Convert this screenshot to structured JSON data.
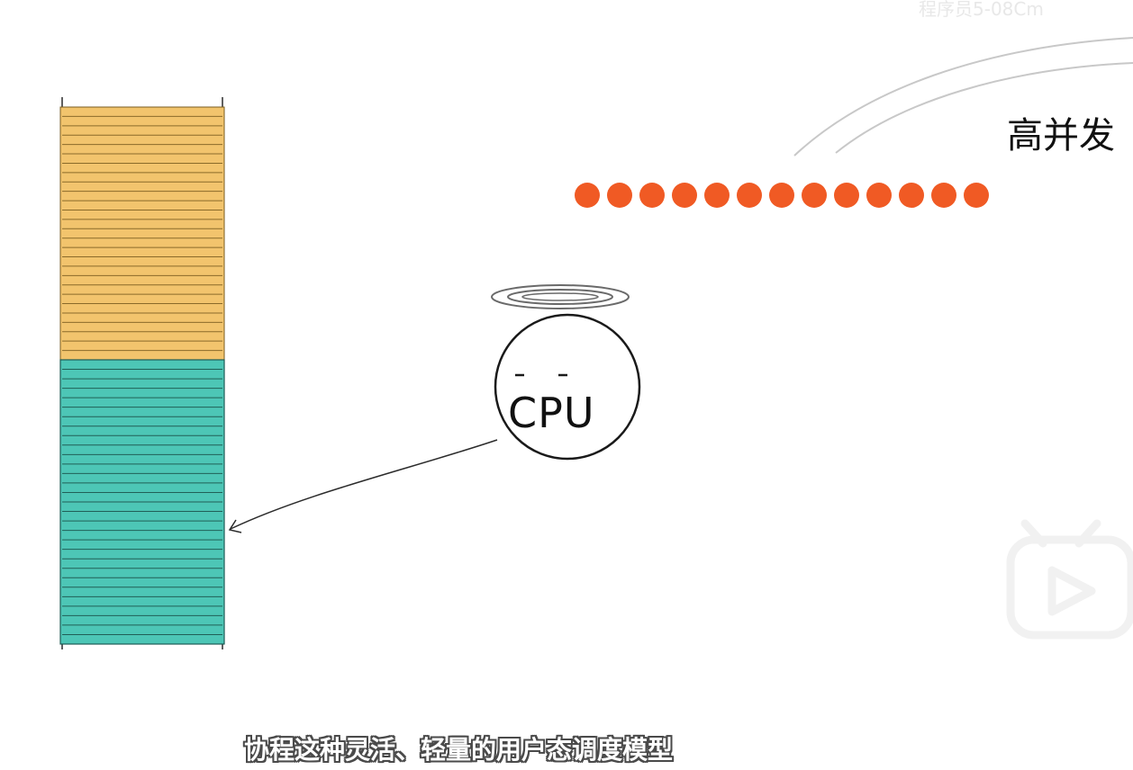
{
  "video": {
    "subtitle": "协程这种灵活、轻量的用户态调度模型",
    "concurrency_label": "高并发",
    "cpu_label": "CPU",
    "watermark": "程序员5-08Cm"
  },
  "memory_stack": {
    "upper_block": {
      "color": "#F2C46D",
      "line_count": 27
    },
    "lower_block": {
      "color": "#4DC6B6",
      "line_count": 30
    }
  },
  "coroutine_dots": {
    "count": 13,
    "color": "#F05A24"
  },
  "colors": {
    "line": "#2b2b2b",
    "arc": "#c8c8c8",
    "logo": "#f1f1f1"
  },
  "icons": {
    "cpu_character": "cpu-halo-face-icon",
    "player_logo": "bilibili-play-icon"
  }
}
